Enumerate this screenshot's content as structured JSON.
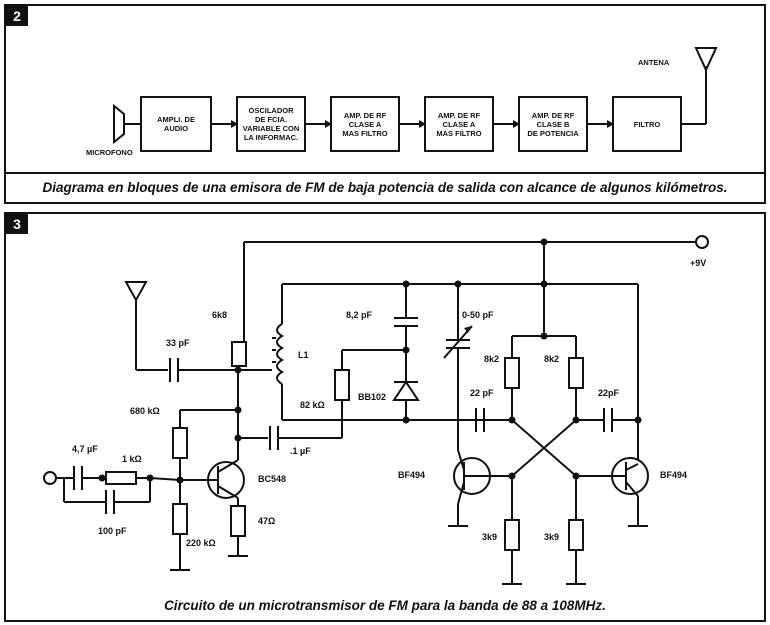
{
  "panel2": {
    "number": "2",
    "caption": "Diagrama en bloques de una emisora de FM de baja potencia de salida con alcance de algunos kilómetros.",
    "microphone_label": "MICROFONO",
    "antenna_label": "ANTENA",
    "blocks": [
      "AMPLI. DE\nAUDIO",
      "OSCILADOR\nDE FCIA.\nVARIABLE CON\nLA INFORMAC.",
      "AMP. DE RF\nCLASE A\nMAS FILTRO",
      "AMP. DE RF\nCLASE A\nMAS FILTRO",
      "AMP. DE RF\nCLASE B\nDE POTENCIA",
      "FILTRO"
    ]
  },
  "panel3": {
    "number": "3",
    "caption": "Circuito de un microtransmisor de FM para la banda de 88 a 108MHz.",
    "labels": {
      "supply": "+9V",
      "c_33pf": "33 pF",
      "r_6k8": "6k8",
      "l1": "L1",
      "c_8_2pf": "8,2 pF",
      "r_82k": "82 kΩ",
      "bb102": "BB102",
      "c_var": "0-50 pF",
      "r_8k2_a": "8k2",
      "r_8k2_b": "8k2",
      "c_22pf_a": "22 pF",
      "c_22pf_b": "22pF",
      "r_680k": "680 kΩ",
      "c_4_7uf": "4,7 µF",
      "r_1k": "1 kΩ",
      "c_01uf": ".1 µF",
      "q_bc548": "BC548",
      "c_100pf": "100 pF",
      "r_220k": "220  kΩ",
      "r_47": "47Ω",
      "q_bf494_a": "BF494",
      "q_bf494_b": "BF494",
      "r_3k9_a": "3k9",
      "r_3k9_b": "3k9"
    }
  }
}
